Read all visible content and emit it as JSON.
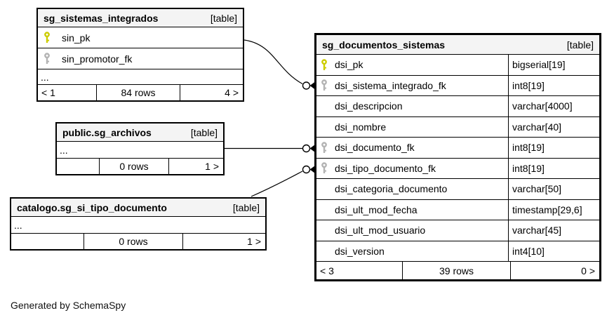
{
  "diagram": {
    "generated_note": "Generated by SchemaSpy",
    "colors": {
      "primary_key": "#cccc00",
      "foreign_key": "#b3b3b3",
      "header_bg": "#f4f4f4",
      "border": "#000000"
    },
    "tables": [
      {
        "title": "sg_sistemas_integrados",
        "tag": "[table]",
        "columns": [
          {
            "name": "sin_pk",
            "key": "primary"
          },
          {
            "name": "sin_promotor_fk",
            "key": "foreign"
          }
        ],
        "ellipsis": "...",
        "footer": {
          "left": "< 1",
          "center": "84 rows",
          "right": "4 >"
        }
      },
      {
        "title": "public.sg_archivos",
        "tag": "[table]",
        "columns": [],
        "ellipsis": "...",
        "footer": {
          "left": "",
          "center": "0 rows",
          "right": "1 >"
        }
      },
      {
        "title": "catalogo.sg_si_tipo_documento",
        "tag": "[table]",
        "columns": [],
        "ellipsis": "...",
        "footer": {
          "left": "",
          "center": "0 rows",
          "right": "1 >"
        }
      },
      {
        "title": "sg_documentos_sistemas",
        "tag": "[table]",
        "columns": [
          {
            "name": "dsi_pk",
            "type": "bigserial[19]",
            "key": "primary"
          },
          {
            "name": "dsi_sistema_integrado_fk",
            "type": "int8[19]",
            "key": "foreign"
          },
          {
            "name": "dsi_descripcion",
            "type": "varchar[4000]",
            "key": null
          },
          {
            "name": "dsi_nombre",
            "type": "varchar[40]",
            "key": null
          },
          {
            "name": "dsi_documento_fk",
            "type": "int8[19]",
            "key": "foreign"
          },
          {
            "name": "dsi_tipo_documento_fk",
            "type": "int8[19]",
            "key": "foreign"
          },
          {
            "name": "dsi_categoria_documento",
            "type": "varchar[50]",
            "key": null
          },
          {
            "name": "dsi_ult_mod_fecha",
            "type": "timestamp[29,6]",
            "key": null
          },
          {
            "name": "dsi_ult_mod_usuario",
            "type": "varchar[45]",
            "key": null
          },
          {
            "name": "dsi_version",
            "type": "int4[10]",
            "key": null
          }
        ],
        "footer": {
          "left": "< 3",
          "center": "39 rows",
          "right": "0 >"
        }
      }
    ]
  }
}
